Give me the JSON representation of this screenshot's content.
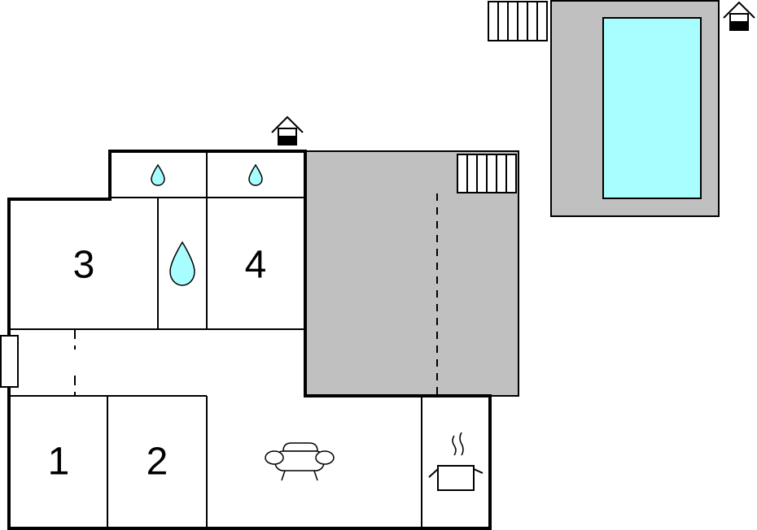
{
  "colors": {
    "wall": "#000000",
    "terrace": "#c0c0c0",
    "pool_water": "#a8fdff",
    "water_drop": "#a8fdff",
    "background": "#ffffff"
  },
  "rooms": {
    "room_1": "1",
    "room_2": "2",
    "room_3": "3",
    "room_4": "4"
  },
  "icons": [
    "entrance-house-icon",
    "water-drop-icon",
    "sofa-icon",
    "cooking-pot-icon",
    "stairs-icon"
  ]
}
